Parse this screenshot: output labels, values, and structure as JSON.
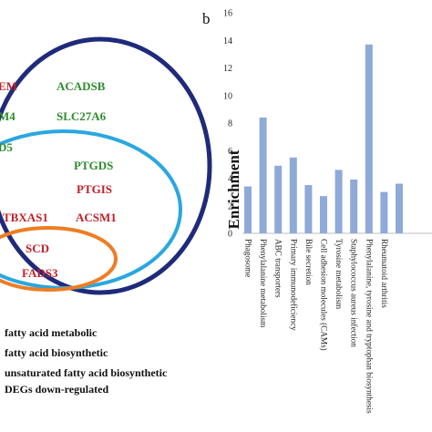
{
  "colors": {
    "red": "#c0202a",
    "green": "#2e8b2e",
    "dark_blue": "#1f2a7a",
    "light_blue": "#2aa7e0",
    "orange": "#ee7d24",
    "bar": "#8eaad8"
  },
  "panel_a": {
    "genes": {
      "cut_top_left": "EM",
      "acadsb": "ACADSB",
      "cut_mid_left": "M4",
      "slc27a6": "SLC27A6",
      "cut_lower_left": "D5",
      "ptgds": "PTGDS",
      "ptgis": "PTGIS",
      "tbxas1": "TBXAS1",
      "acsm1": "ACSM1",
      "scd": "SCD",
      "fads3": "FADS3"
    },
    "legend": [
      "fatty acid metabolic",
      "fatty acid biosynthetic",
      "unsaturated fatty acid biosynthetic",
      "DEGs down-regulated"
    ]
  },
  "panel_b": {
    "label": "b",
    "ylabel": "Enrichment"
  },
  "chart_data": {
    "type": "bar",
    "ylabel": "Enrichment",
    "ylim": [
      0,
      16
    ],
    "yticks": [
      0,
      2,
      4,
      6,
      8,
      10,
      12,
      14,
      16
    ],
    "categories": [
      "Phagosome",
      "Phenylalanine metabolism",
      "ABC transporters",
      "Primary immunodeficiency",
      "Bile secretion",
      "Cell adhesion molecules (CAMs)",
      "Tyrosine metabolism",
      "Staphylococcus aureus infection",
      "Phenylalanine, tyrosine and tryptophan biosynthesis",
      "Rheumatoid arthritis",
      ""
    ],
    "values": [
      3.4,
      8.4,
      4.9,
      5.5,
      3.5,
      2.7,
      4.6,
      3.9,
      13.7,
      3.0,
      3.6
    ],
    "grid": false
  }
}
